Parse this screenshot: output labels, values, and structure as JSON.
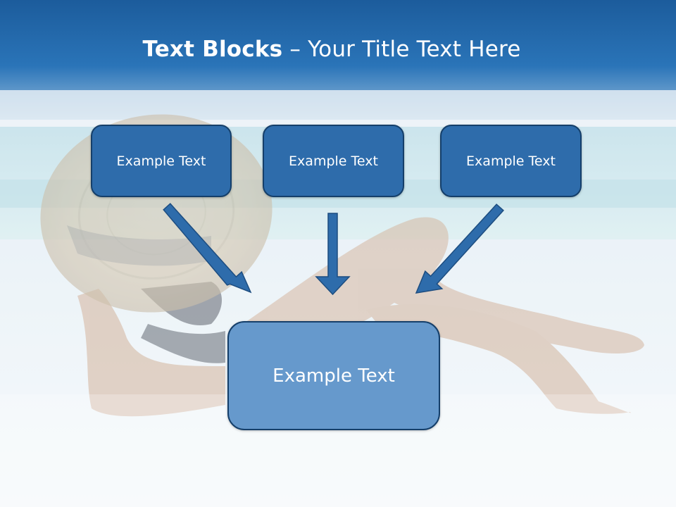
{
  "title": {
    "bold": "Text Blocks",
    "dash": " – ",
    "rest": "Your Title Text Here"
  },
  "top_blocks": [
    {
      "label": "Example Text"
    },
    {
      "label": "Example Text"
    },
    {
      "label": "Example Text"
    }
  ],
  "center_block": {
    "label": "Example Text"
  },
  "colors": {
    "header_band": "#1f5f9e",
    "box_fill": "#2e6cab",
    "box_border": "#153f6a",
    "center_fill": "#6699cc",
    "arrow": "#2e6cab"
  }
}
